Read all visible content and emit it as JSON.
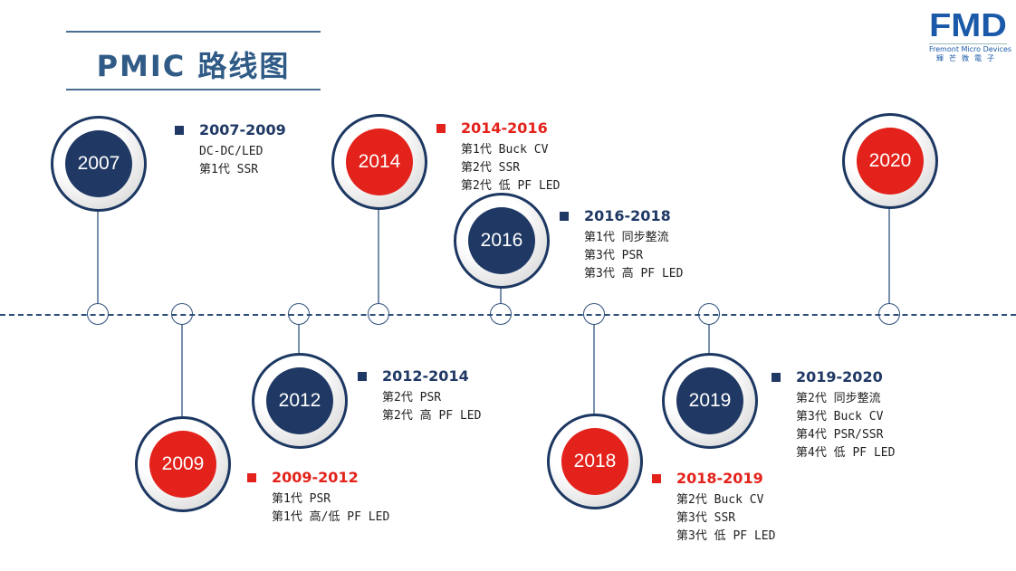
{
  "title": "PMIC 路线图",
  "logo": {
    "brand": "FMD",
    "en": "Fremont Micro Devices",
    "zh": "輝芒微電子"
  },
  "milestones": [
    {
      "year": "2007",
      "color": "#1f3864",
      "period": "2007-2009",
      "items": [
        "DC-DC/LED",
        "第1代 SSR"
      ]
    },
    {
      "year": "2009",
      "color": "#e3221b",
      "period": "2009-2012",
      "items": [
        "第1代 PSR",
        "第1代 高/低 PF LED"
      ]
    },
    {
      "year": "2012",
      "color": "#1f3864",
      "period": "2012-2014",
      "items": [
        "第2代 PSR",
        "第2代 高 PF LED"
      ]
    },
    {
      "year": "2014",
      "color": "#e3221b",
      "period": "2014-2016",
      "items": [
        "第1代 Buck CV",
        "第2代 SSR",
        "第2代 低 PF LED"
      ]
    },
    {
      "year": "2016",
      "color": "#1f3864",
      "period": "2016-2018",
      "items": [
        "第1代 同步整流",
        "第3代 PSR",
        "第3代 高 PF LED"
      ]
    },
    {
      "year": "2018",
      "color": "#e3221b",
      "period": "2018-2019",
      "items": [
        "第2代 Buck CV",
        "第3代 SSR",
        "第3代 低 PF LED"
      ]
    },
    {
      "year": "2019",
      "color": "#1f3864",
      "period": "2019-2020",
      "items": [
        "第2代 同步整流",
        "第3代 Buck CV",
        "第4代 PSR/SSR",
        "第4代 低 PF LED"
      ]
    },
    {
      "year": "2020",
      "color": "#e3221b"
    }
  ]
}
